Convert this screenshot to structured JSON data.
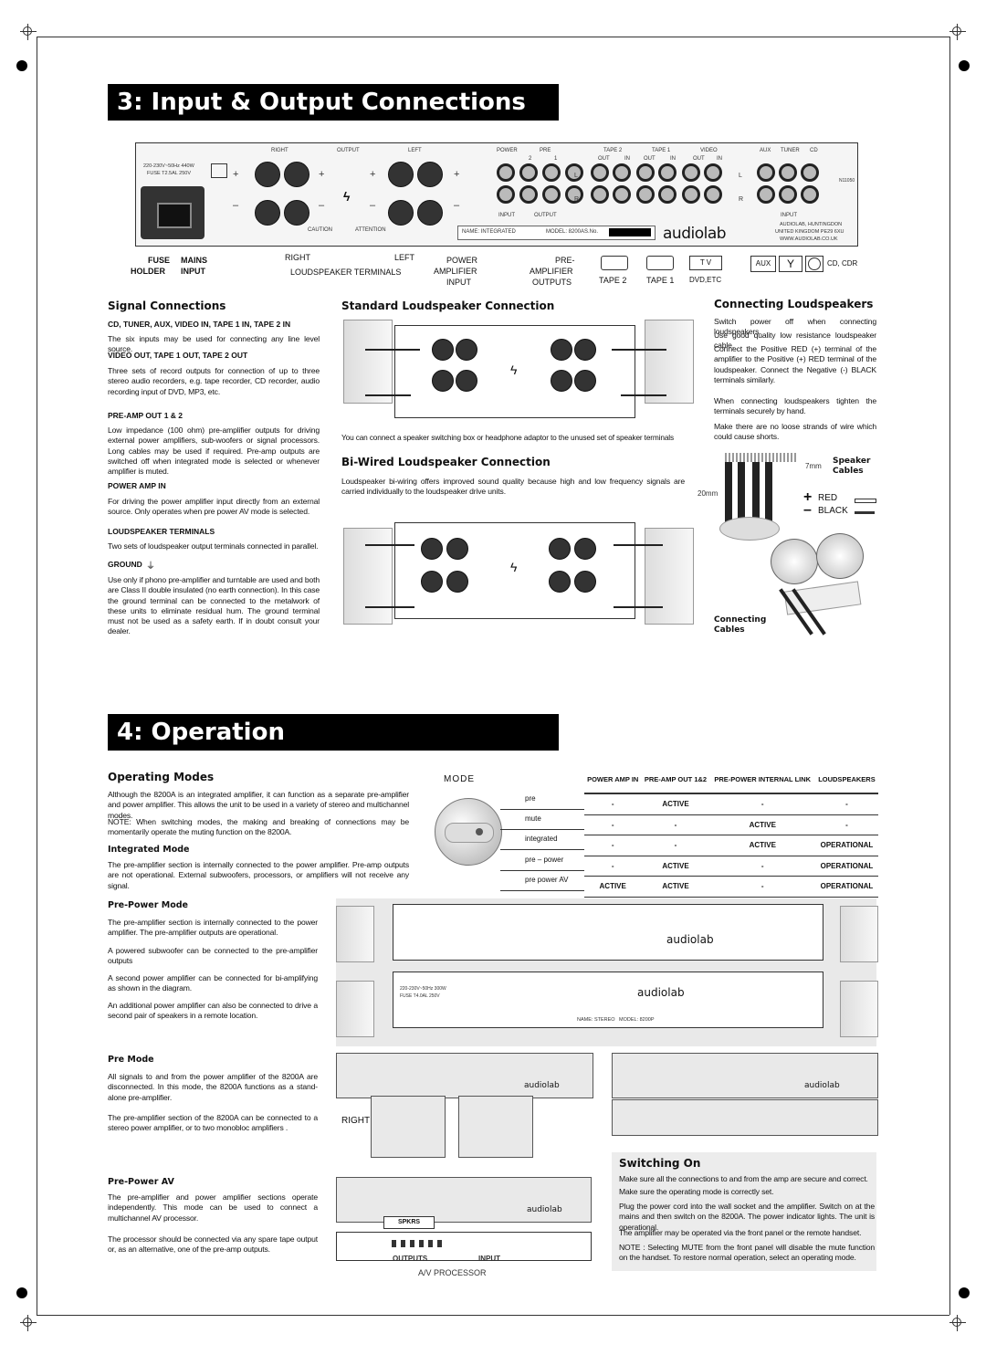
{
  "section3": {
    "title": "3: Input & Output Connections",
    "rear_panel": {
      "labels_top": [
        "RIGHT",
        "OUTPUT",
        "LEFT",
        "POWER",
        "PRE",
        "TAPE 2",
        "TAPE 1",
        "VIDEO",
        "AUX",
        "TUNER",
        "CD"
      ],
      "sub_labels": [
        "2",
        "1",
        "OUT",
        "IN",
        "OUT",
        "IN",
        "OUT",
        "IN"
      ],
      "power_rating": "220-230V~50Hz 440W",
      "fuse_rating": "FUSE T2.5AL 250V",
      "input_label": "INPUT",
      "output_label": "OUTPUT",
      "caution": "CAUTION",
      "attention": "ATTENTION",
      "name_plate": "NAME: INTEGRATED",
      "model": "MODEL: 8200A",
      "serial": "S.No.",
      "brand": "audiolab",
      "address_1": "AUDIOLAB, HUNTINGDON",
      "address_2": "UNITED KINGDOM PE29 6XU",
      "website": "WWW.AUDIOLAB.CO.UK",
      "voltage_mark": "N11050",
      "L": "L",
      "R": "R",
      "plus": "+",
      "minus": "–"
    },
    "legend": {
      "fuse": "FUSE",
      "holder": "HOLDER",
      "mains": "MAINS",
      "input": "INPUT",
      "right": "RIGHT",
      "left": "LEFT",
      "loudspeaker_terminals": "LOUDSPEAKER TERMINALS",
      "power": "POWER",
      "amplifier": "AMPLIFIER",
      "power_input": "INPUT",
      "pre": "PRE-",
      "pre_amplifier": "AMPLIFIER",
      "outputs": "OUTPUTS",
      "tape2": "TAPE 2",
      "tape1": "TAPE 1",
      "tv": "T V",
      "dvd": "DVD,ETC",
      "aux": "AUX",
      "cd_cdr": "CD, CDR"
    },
    "signal": {
      "heading": "Signal Connections",
      "sub1": "CD, TUNER, AUX, VIDEO IN, TAPE 1 IN, TAPE 2 IN",
      "p1": "The six inputs may be used for connecting any line level source.",
      "sub2": "VIDEO OUT, TAPE 1 OUT, TAPE 2 OUT",
      "p2": "Three sets of record outputs for connection of up to three stereo audio recorders, e.g. tape recorder, CD recorder, audio recording input of DVD, MP3, etc.",
      "sub3": "PRE-AMP OUT 1 & 2",
      "p3": "Low impedance (100 ohm) pre-amplifier outputs for driving external power amplifiers, sub-woofers or signal processors. Long cables may be used if required. Pre-amp outputs are switched off when integrated mode is selected or whenever amplifier is muted.",
      "sub4": "POWER AMP IN",
      "p4": "For driving the power amplifier input directly from an external source. Only operates when pre power AV mode is selected.",
      "sub5": "LOUDSPEAKER TERMINALS",
      "p5": "Two sets of loudspeaker output terminals connected in parallel.",
      "sub6": "GROUND",
      "p6": "Use only if phono pre-amplifier and turntable are used and both are Class II double insulated (no earth connection). In this case the ground terminal can be connected to the metalwork of these units to eliminate residual hum. The ground terminal must not be used as a safety earth. If in doubt consult your dealer."
    },
    "standard": {
      "heading": "Standard Loudspeaker Connection",
      "note": "You can connect a speaker switching box or headphone adaptor to the unused set of speaker  terminals"
    },
    "biwired": {
      "heading": "Bi-Wired Loudspeaker Connection",
      "p": "Loudspeaker bi-wiring offers improved sound quality because high and low frequency signals are carried individually to the loudspeaker drive units."
    },
    "connecting": {
      "heading": "Connecting Loudspeakers",
      "p1": "Switch power off when connecting loudspeakers.",
      "p2": "Use good quality low resistance loudspeaker cable.",
      "p3": "Connect the Positive RED (+) terminal of the amplifier to the Positive (+) RED terminal of the loudspeaker. Connect the Negative (-) BLACK terminals similarly.",
      "p4": "When connecting loudspeakers tighten the terminals securely by hand.",
      "p5": "Make there are no loose strands of wire which could cause shorts.",
      "dim_7mm": "7mm",
      "dim_20mm": "20mm",
      "speaker_cables_1": "Speaker",
      "speaker_cables_2": "Cables",
      "red": "RED",
      "black": "BLACK",
      "connecting_cables_1": "Connecting",
      "connecting_cables_2": "Cables"
    }
  },
  "section4": {
    "title": "4: Operation",
    "modes": {
      "heading": "Operating Modes",
      "p1": "Although the 8200A is an integrated amplifier, it can function as a separate pre-amplifier and power amplifier. This allows the unit to be used in a variety of stereo and multichannel modes.",
      "p2": "NOTE: When switching modes, the making and breaking of connections may be momentarily operate the muting function on the 8200A.",
      "integrated_heading": "Integrated Mode",
      "p3": "The pre-amplifier section is internally connected to the power amplifier. Pre-amp outputs are not operational. External subwoofers, processors, or amplifiers will not receive any signal.",
      "mode_label": "MODE",
      "switch_positions": [
        "pre",
        "mute",
        "integrated",
        "pre – power",
        "pre power AV"
      ]
    },
    "table": {
      "headers": [
        "POWER AMP IN",
        "PRE-AMP OUT 1&2",
        "PRE-POWER INTERNAL LINK",
        "LOUDSPEAKERS"
      ],
      "rows": [
        [
          "-",
          "ACTIVE",
          "-",
          "-"
        ],
        [
          "-",
          "-",
          "ACTIVE",
          "-"
        ],
        [
          "-",
          "-",
          "ACTIVE",
          "OPERATIONAL"
        ],
        [
          "-",
          "ACTIVE",
          "-",
          "OPERATIONAL"
        ],
        [
          "ACTIVE",
          "ACTIVE",
          "-",
          "OPERATIONAL"
        ]
      ]
    },
    "prepower": {
      "heading": "Pre-Power Mode",
      "p1": "The pre-amplifier section is internally connected to the power amplifier. The pre-amplifier outputs are operational.",
      "p2": "A powered subwoofer can be connected to the pre-amplifier outputs",
      "p3": "A second power amplifier can be connected for bi-amplifying as shown in the diagram.",
      "p4": "An additional power amplifier can also be connected to drive a second pair of speakers in a remote location.",
      "stereo_name": "NAME: STEREO",
      "stereo_model": "MODEL: 8200P",
      "power_rating_2": "220-230V~50Hz 300W",
      "fuse_rating_2": "FUSE T4.0AL 250V"
    },
    "premode": {
      "heading": "Pre Mode",
      "p1": "All signals to and from the power amplifier of the 8200A are disconnected. In this mode, the 8200A functions as a stand-alone pre-amplifier.",
      "p2": "The pre-amplifier section of the 8200A can be connected to a stereo power amplifier, or to two monobloc amplifiers .",
      "right": "RIGHT"
    },
    "prepowerav": {
      "heading": "Pre-Power AV",
      "p1": "The pre-amplifier and power amplifier sections operate independently. This mode can be used to connect a multichannel AV processor.",
      "p2": "The processor should be connected via any spare tape output or, as an alternative, one of the pre-amp outputs.",
      "spkrs": "SPKRS",
      "outputs": "OUTPUTS",
      "input": "INPUT",
      "av_processor": "A/V PROCESSOR"
    },
    "switching": {
      "heading": "Switching On",
      "p1": "Make sure all the connections to and from the amp are secure and correct.",
      "p2": "Make sure the operating mode is correctly set.",
      "p3": "Plug the power cord into the wall socket and the amplifier. Switch on at the mains and then switch on the 8200A. The power indicator lights. The unit is operational.",
      "p4": "The amplifier may be operated via the front panel or the remote handset.",
      "p5": "NOTE : Selecting MUTE from the front panel will disable the mute function on the handset. To restore normal operation, select an operating mode."
    }
  }
}
